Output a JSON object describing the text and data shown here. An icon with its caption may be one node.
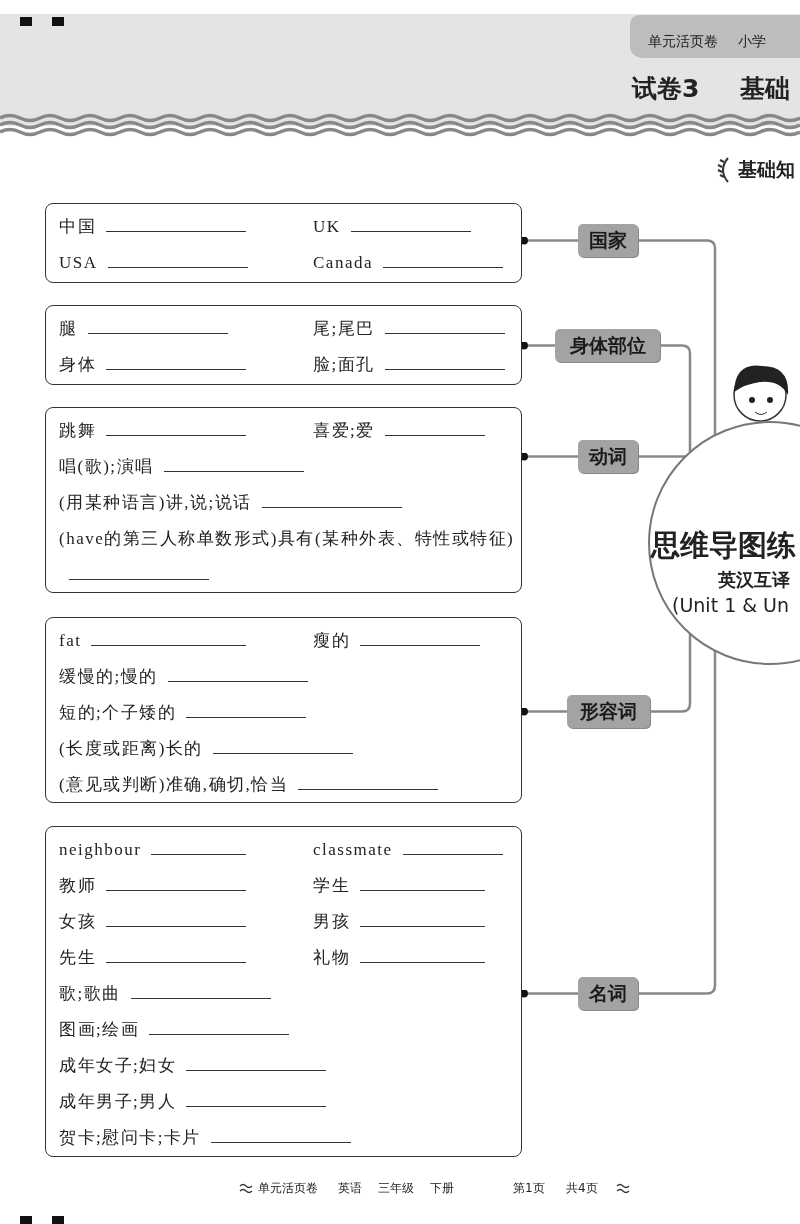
{
  "diagram": {
    "nodes": [
      {
        "text": [
          "中国",
          "UK",
          "USA",
          "Canada"
        ]
      },
      {
        "text": [
          "国家"
        ]
      },
      {
        "text": [
          "腿",
          "尾;尾巴",
          "身体",
          "脸;面孔"
        ]
      },
      {
        "text": [
          "身体部位"
        ]
      },
      {
        "text": [
          "跳舞",
          "喜爱;爱",
          "唱(歌);演唱",
          "(用某种语言)讲,说;说话",
          "(have的第三人称单数形式)具有(某种外表、特性或特征)"
        ]
      },
      {
        "text": [
          "动词"
        ]
      },
      {
        "text": [
          "fat",
          "瘦的",
          "缓慢的;慢的",
          "短的;个子矮的",
          "(长度或距离)长的",
          "(意见或判断)准确,确切,恰当"
        ]
      },
      {
        "text": [
          "形容词"
        ]
      },
      {
        "text": [
          "neighbour",
          "classmate",
          "教师",
          "学生",
          "女孩",
          "男孩",
          "先生",
          "礼物",
          "歌;歌曲",
          "图画;绘画",
          "成年女子;妇女",
          "成年男子;男人",
          "贺卡;慰问卡;卡片"
        ]
      },
      {
        "text": [
          "名词"
        ]
      },
      {
        "text": [
          "思维导图练",
          "英汉互译",
          "(Unit 1 & Un"
        ]
      }
    ],
    "edges": [
      {
        "from": 0,
        "to": 1,
        "arrow": "other"
      },
      {
        "from": 1,
        "to": 10,
        "arrow": "none"
      },
      {
        "from": 2,
        "to": 3,
        "arrow": "other"
      },
      {
        "from": 3,
        "to": 10,
        "arrow": "none"
      },
      {
        "from": 4,
        "to": 5,
        "arrow": "other"
      },
      {
        "from": 5,
        "to": 10,
        "arrow": "none"
      },
      {
        "from": 6,
        "to": 7,
        "arrow": "other"
      },
      {
        "from": 7,
        "to": 10,
        "arrow": "none"
      },
      {
        "from": 8,
        "to": 9,
        "arrow": "other"
      },
      {
        "from": 9,
        "to": 10,
        "arrow": "none"
      }
    ],
    "labels": [
      "单元活页卷",
      "小学",
      "试卷3",
      "基础",
      "基础知",
      "单元活页卷",
      "英语",
      "三年级",
      "下册",
      "第1页",
      "共4页"
    ]
  }
}
